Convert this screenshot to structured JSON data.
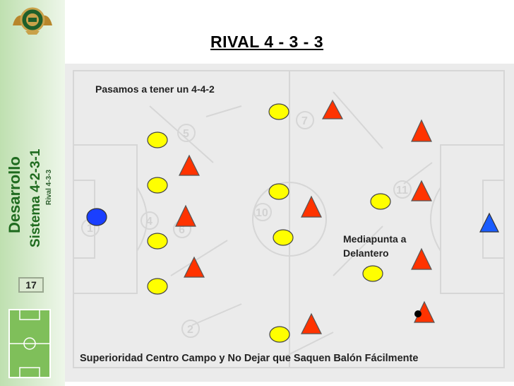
{
  "title": "RIVAL 4 - 3 - 3",
  "sidebar": {
    "section": "Desarrollo",
    "system": "Sistema 4-2-3-1",
    "rival": "Rival 4-3-3",
    "slide_number": "17"
  },
  "notes": {
    "top": "Pasamos a tener un 4-4-2",
    "middle": "Mediapunta a Delantero",
    "bottom": "Superioridad Centro Campo y No Dejar que Saquen Balón Fácilmente"
  },
  "colors": {
    "own_team": "#ffff00",
    "rival_team": "#ff3300",
    "own_goalkeeper": "#1a3fff",
    "rival_goalkeeper": "#1a5cff",
    "ball": "#000000"
  },
  "pitch_numbers": [
    "5",
    "7",
    "11",
    "10",
    "4",
    "6",
    "2",
    "1"
  ]
}
